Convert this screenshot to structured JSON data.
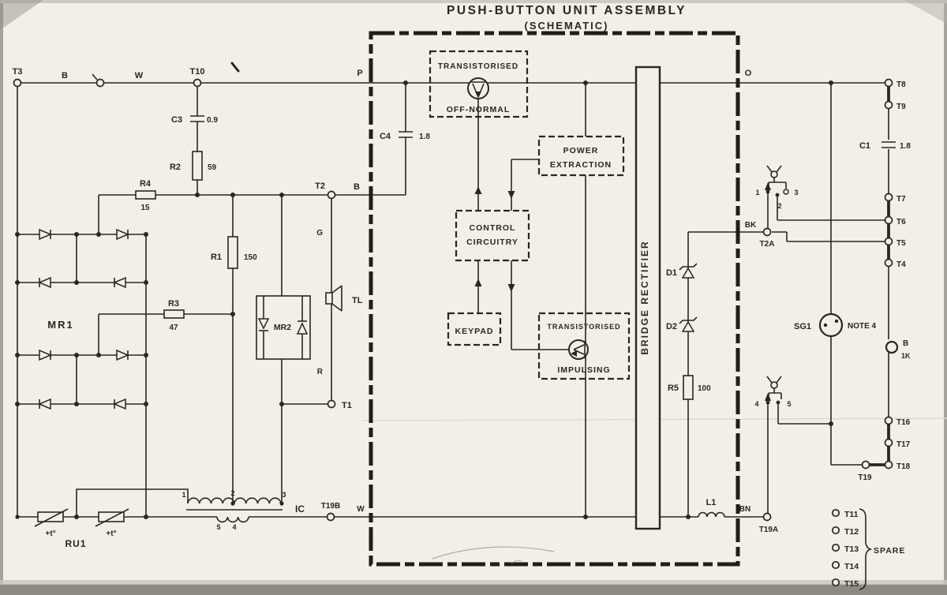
{
  "title": {
    "line1": "PUSH-BUTTON UNIT ASSEMBLY",
    "line2": "(SCHEMATIC)"
  },
  "wire_labels": {
    "b_top": "B",
    "w_top": "W",
    "p": "P",
    "o": "O",
    "b_t2": "B",
    "g": "G",
    "r": "R",
    "bk": "BK",
    "w_bottom": "W",
    "bn": "BN"
  },
  "terminals": {
    "t3": "T3",
    "t10": "T10",
    "t2": "T2",
    "t1": "T1",
    "t2a": "T2A",
    "t19b": "T19B",
    "t19a": "T19A",
    "t8": "T8",
    "t9": "T9",
    "t7": "T7",
    "t6": "T6",
    "t5": "T5",
    "t4": "T4",
    "t16": "T16",
    "t17": "T17",
    "t18": "T18",
    "t19": "T19"
  },
  "components": {
    "c3": {
      "label": "C3",
      "value": "0.9"
    },
    "r2": {
      "label": "R2",
      "value": "59"
    },
    "r4": {
      "label": "R4",
      "value": "15"
    },
    "r3": {
      "label": "R3",
      "value": "47"
    },
    "r1": {
      "label": "R1",
      "value": "150"
    },
    "r5": {
      "label": "R5",
      "value": "100"
    },
    "c4": {
      "label": "C4",
      "value": "1.8"
    },
    "c1": {
      "label": "C1",
      "value": "1.8"
    },
    "mr1": {
      "label": "MR1"
    },
    "mr2": {
      "label": "MR2"
    },
    "tl": {
      "label": "TL"
    },
    "ru1": {
      "label": "RU1"
    },
    "thermistor": {
      "label": "+t°"
    },
    "ic": {
      "label": "IC"
    },
    "l1": {
      "label": "L1"
    },
    "d1": {
      "label": "D1"
    },
    "d2": {
      "label": "D2"
    },
    "sg1": {
      "label": "SG1",
      "note": "NOTE 4"
    },
    "buzzer": {
      "label": "B",
      "value": "1K"
    }
  },
  "blocks": {
    "off_normal": {
      "line1": "TRANSISTORISED",
      "line2": "OFF-NORMAL"
    },
    "power": {
      "line1": "POWER",
      "line2": "EXTRACTION"
    },
    "control": {
      "line1": "CONTROL",
      "line2": "CIRCUITRY"
    },
    "keypad": {
      "line1": "KEYPAD"
    },
    "impulsing": {
      "line1": "TRANSISTORISED",
      "line2": "IMPULSING"
    },
    "bridge": {
      "label": "BRIDGE RECTIFIER"
    }
  },
  "key_contacts": {
    "c1": "1",
    "c2": "2",
    "c3": "3",
    "c4": "4",
    "c5": "5"
  },
  "transformer_taps": {
    "p1": "1",
    "p2": "2",
    "p3": "3",
    "s5": "5",
    "s4": "4"
  },
  "spare": {
    "label": "SPARE",
    "items": [
      {
        "label": "T11"
      },
      {
        "label": "T12"
      },
      {
        "label": "T13"
      },
      {
        "label": "T14"
      },
      {
        "label": "T15"
      }
    ]
  }
}
